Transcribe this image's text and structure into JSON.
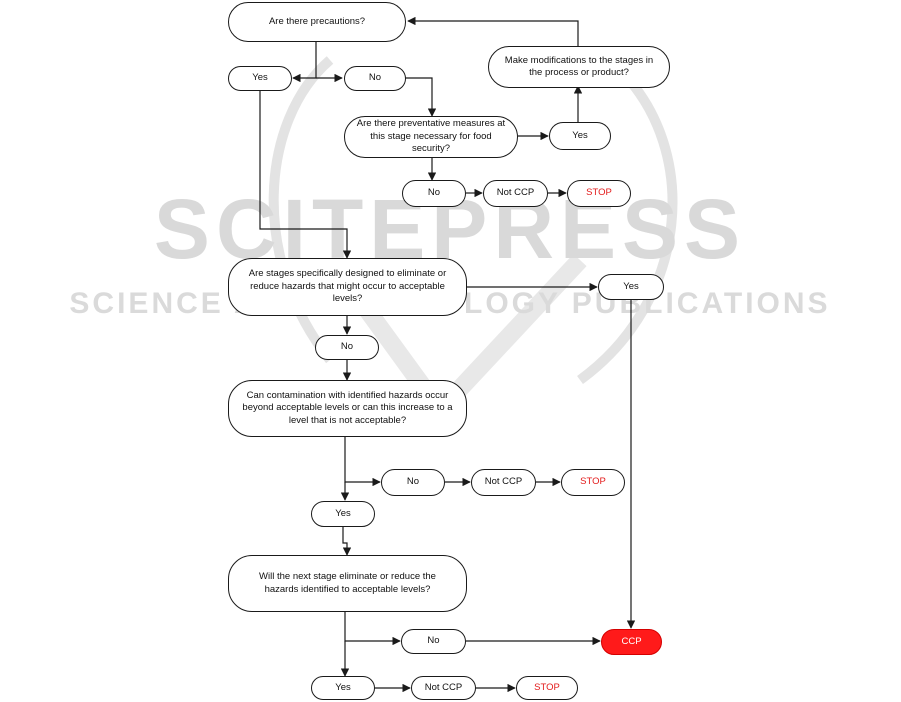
{
  "watermark": {
    "primary": "SCITEPRESS",
    "secondary": "SCIENCE AND TECHNOLOGY PUBLICATIONS",
    "color": "#cfcfcf"
  },
  "nodes": {
    "q_precautions": "Are there precautions?",
    "yes_precautions": "Yes",
    "no_precautions": "No",
    "modifications": "Make modifications to the stages in the process or product?",
    "q_preventative": "Are there preventative measures at this stage necessary for food security?",
    "yes_preventative": "Yes",
    "no_preventative": "No",
    "notccp_1": "Not CCP",
    "stop_1": "STOP",
    "q_designed": "Are stages specifically designed to eliminate or reduce hazards that might occur to acceptable levels?",
    "yes_designed": "Yes",
    "no_designed": "No",
    "q_contamination": "Can contamination with identified hazards occur beyond acceptable levels or can this increase to a level that is not acceptable?",
    "no_contamination": "No",
    "notccp_2": "Not CCP",
    "stop_2": "STOP",
    "yes_contamination": "Yes",
    "q_next_stage": "Will the next stage eliminate or reduce the hazards identified to acceptable levels?",
    "no_next_stage": "No",
    "ccp": "CCP",
    "yes_next_stage": "Yes",
    "notccp_3": "Not CCP",
    "stop_3": "STOP"
  },
  "colors": {
    "stop_text": "#e31b1b",
    "ccp_fill": "#ff1a1a",
    "line": "#1a1a1a"
  }
}
